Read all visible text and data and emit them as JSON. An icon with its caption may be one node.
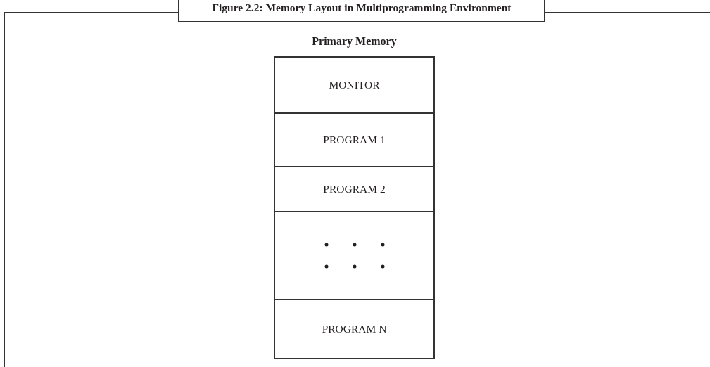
{
  "diagram": {
    "title": "Figure 2.2: Memory Layout in Multiprogramming Environment",
    "nodes": [
      {
        "text": [
          "Primary Memory"
        ]
      },
      {
        "text": [
          "MONITOR"
        ],
        "in": 0
      },
      {
        "text": [
          "PROGRAM 1"
        ],
        "in": 0
      },
      {
        "text": [
          "PROGRAM 2"
        ],
        "in": 0
      },
      {
        "text": [],
        "shape": "box",
        "in": 0
      },
      {
        "text": [
          "PROGRAM N"
        ],
        "in": 0
      }
    ],
    "edges": []
  }
}
